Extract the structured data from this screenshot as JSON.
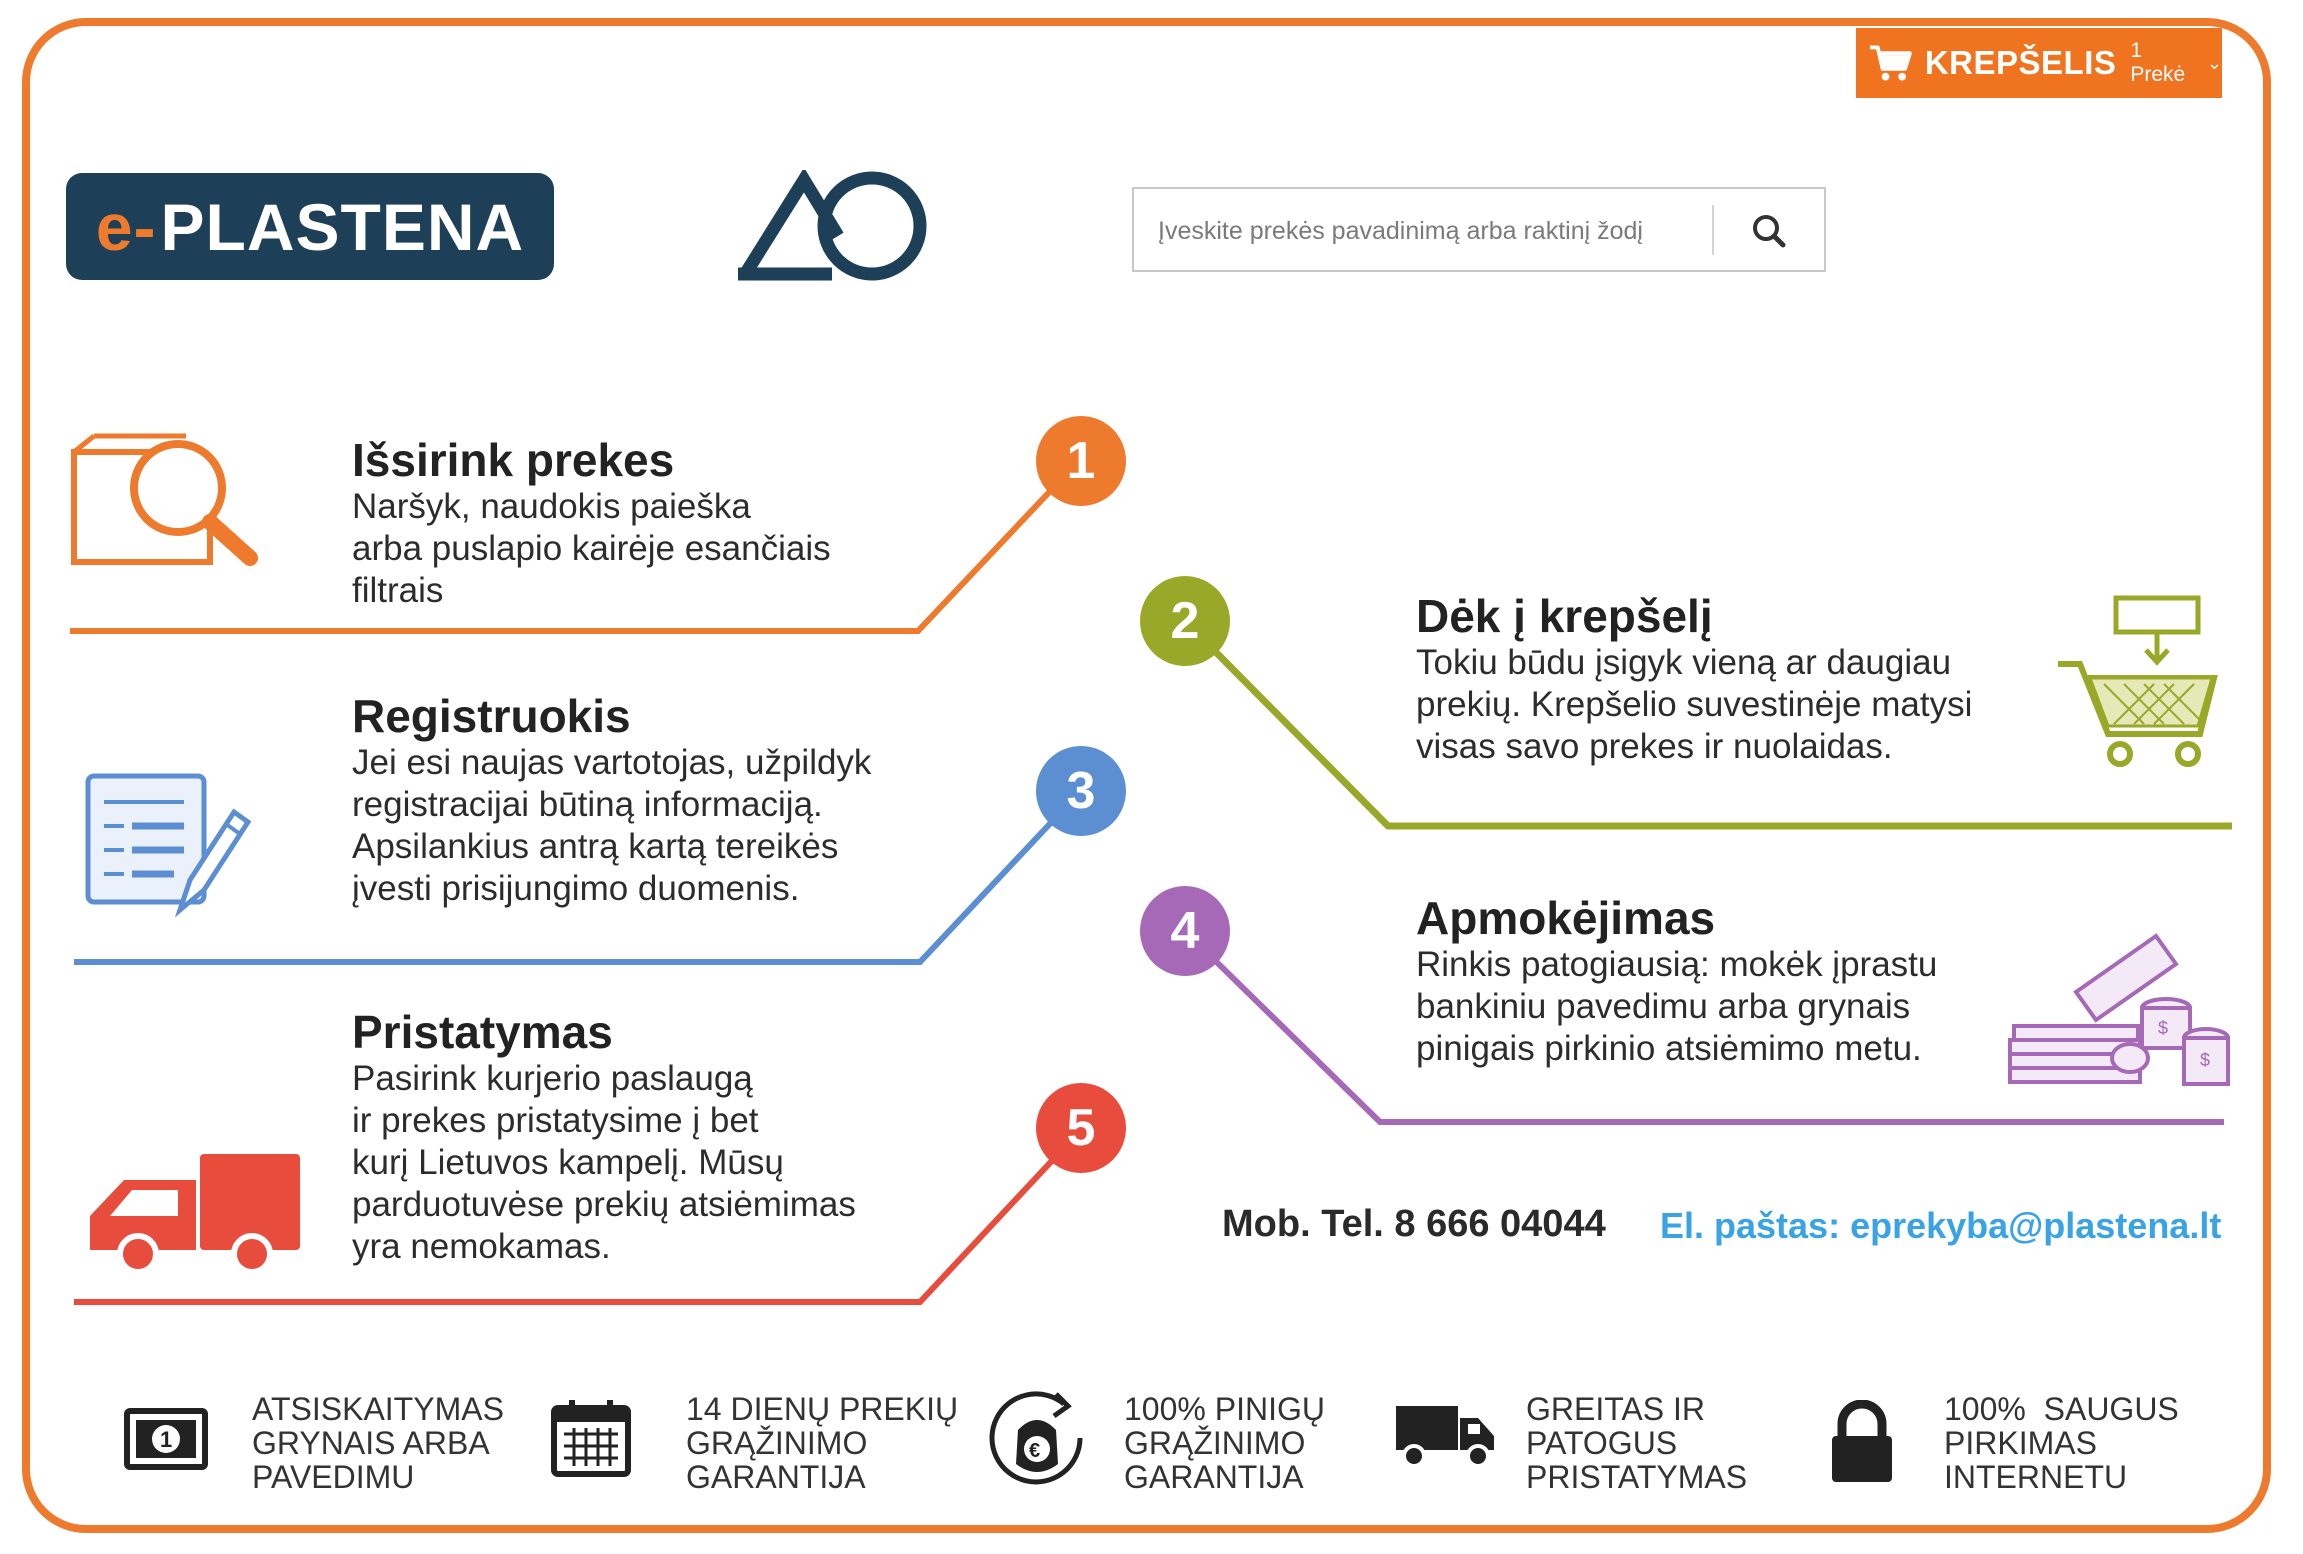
{
  "header": {
    "cart": {
      "title": "KREPŠELIS",
      "count": "1 Prekė"
    },
    "logo": {
      "e": "e-",
      "name": "PLASTENA"
    },
    "search": {
      "placeholder": "Įveskite prekės pavadinimą arba raktinį žodį"
    }
  },
  "colors": {
    "accent": "#ee7b2d",
    "navy": "#1e3f58",
    "step1": "#ee7b2d",
    "step2": "#9aa82a",
    "step3": "#5b8fd1",
    "step4": "#a569b8",
    "step5": "#e84c3d",
    "email": "#3aa3e3"
  },
  "steps": [
    {
      "num": "1",
      "title": "Išsirink prekes",
      "lines": [
        "Naršyk, naudokis paieška",
        "arba puslapio kairėje esančiais",
        "filtrais"
      ],
      "icon": "product-search-icon"
    },
    {
      "num": "2",
      "title": "Dėk į krepšelį",
      "lines": [
        "Tokiu būdu įsigyk vieną ar daugiau",
        "prekių. Krepšelio suvestinėje matysi",
        "visas savo prekes ir nuolaidas."
      ],
      "icon": "add-to-cart-icon"
    },
    {
      "num": "3",
      "title": "Registruokis",
      "lines": [
        "Jei esi naujas vartotojas, užpildyk",
        "registracijai būtiną informaciją.",
        "Apsilankius antrą kartą tereikės",
        "įvesti prisijungimo duomenis."
      ],
      "icon": "registration-form-icon"
    },
    {
      "num": "4",
      "title": "Apmokėjimas",
      "lines": [
        "Rinkis patogiausią: mokėk įprastu",
        "bankiniu pavedimu arba grynais",
        "pinigais pirkinio atsiėmimo metu."
      ],
      "icon": "money-icon"
    },
    {
      "num": "5",
      "title": "Pristatymas",
      "lines": [
        "Pasirink kurjerio paslaugą",
        "ir prekes pristatysime į bet",
        "kurį Lietuvos kampelį. Mūsų",
        "parduotuvėse prekių atsiėmimas",
        "yra nemokamas."
      ],
      "icon": "delivery-truck-icon"
    }
  ],
  "contact": {
    "phone": "Mob. Tel. 8 666 04044",
    "email": "El. paštas: eprekyba@plastena.lt"
  },
  "features": [
    {
      "lines": [
        "Atsiskaitymas",
        "grynais arba",
        "pavedimu"
      ],
      "icon": "cash-icon"
    },
    {
      "lines": [
        "14 dienų prekių",
        "grąžinimo",
        "garantija"
      ],
      "icon": "calendar-icon"
    },
    {
      "lines": [
        "100% pinigų",
        "grąžinimo",
        "garantija"
      ],
      "icon": "money-back-icon"
    },
    {
      "lines": [
        "Greitas ir",
        "patogus",
        "pristatymas"
      ],
      "icon": "truck-icon"
    },
    {
      "lines": [
        "100%  saugus",
        "pirkimas",
        "internetu"
      ],
      "icon": "padlock-icon"
    }
  ]
}
